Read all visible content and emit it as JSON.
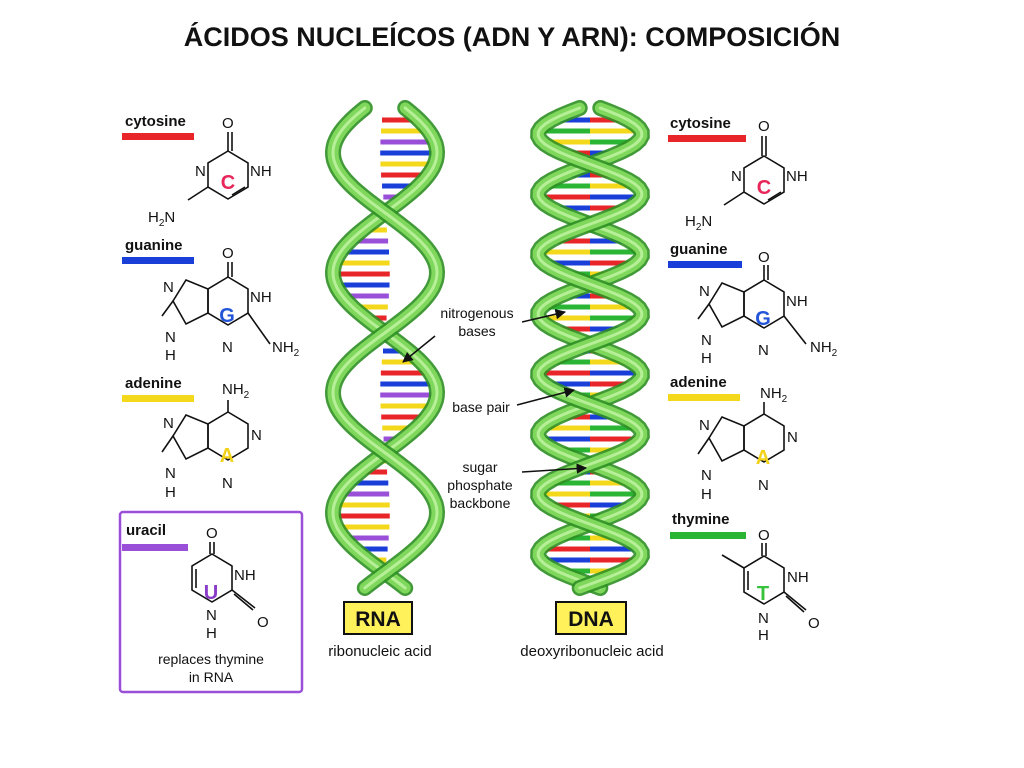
{
  "title": "ÁCIDOS NUCLEÍCOS (ADN Y ARN): COMPOSICIÓN",
  "colors": {
    "cytosine": "#e8262a",
    "guanine": "#1a3fd8",
    "adenine": "#f4d81c",
    "thymine": "#2bb534",
    "uracil": "#9a4fd8",
    "backbone": "#52c23a",
    "letter_c": "#e8265a",
    "letter_g": "#2255d8",
    "letter_a": "#f2d31a",
    "letter_t": "#36c23a",
    "letter_u": "#8a3cc8"
  },
  "left": {
    "cytosine": {
      "name": "cytosine",
      "letter": "C",
      "o": "O",
      "n": "N",
      "nh": "NH",
      "h2n": "H",
      "h2n_sub": "2",
      "h2n_tail": "N"
    },
    "guanine": {
      "name": "guanine",
      "letter": "G",
      "o": "O",
      "n": "N",
      "nh": "NH",
      "n2": "N",
      "h": "H",
      "n3": "N",
      "nh2": "NH",
      "nh2_sub": "2"
    },
    "adenine": {
      "name": "adenine",
      "letter": "A",
      "nh2": "NH",
      "nh2_sub": "2",
      "n": "N",
      "n2": "N",
      "n3": "N",
      "n4": "N",
      "h": "H"
    },
    "uracil": {
      "name": "uracil",
      "letter": "U",
      "o": "O",
      "nh": "NH",
      "n": "N",
      "h": "H",
      "o2": "O",
      "note_line1": "replaces thymine",
      "note_line2": "in RNA"
    }
  },
  "right": {
    "cytosine": {
      "name": "cytosine",
      "letter": "C",
      "o": "O",
      "n": "N",
      "nh": "NH",
      "h2n": "H",
      "h2n_sub": "2",
      "h2n_tail": "N"
    },
    "guanine": {
      "name": "guanine",
      "letter": "G",
      "o": "O",
      "n": "N",
      "nh": "NH",
      "n2": "N",
      "h": "H",
      "n3": "N",
      "nh2": "NH",
      "nh2_sub": "2"
    },
    "adenine": {
      "name": "adenine",
      "letter": "A",
      "nh2": "NH",
      "nh2_sub": "2",
      "n": "N",
      "n2": "N",
      "n3": "N",
      "n4": "N",
      "h": "H"
    },
    "thymine": {
      "name": "thymine",
      "letter": "T",
      "o": "O",
      "nh": "NH",
      "n": "N",
      "h": "H",
      "o2": "O"
    }
  },
  "labels": {
    "nitrogenous_1": "nitrogenous",
    "nitrogenous_2": "bases",
    "base_pair": "base pair",
    "sugar_1": "sugar",
    "sugar_2": "phosphate",
    "sugar_3": "backbone"
  },
  "rna": {
    "badge": "RNA",
    "caption": "ribonucleic acid"
  },
  "dna": {
    "badge": "DNA",
    "caption": "deoxyribonucleic acid"
  }
}
